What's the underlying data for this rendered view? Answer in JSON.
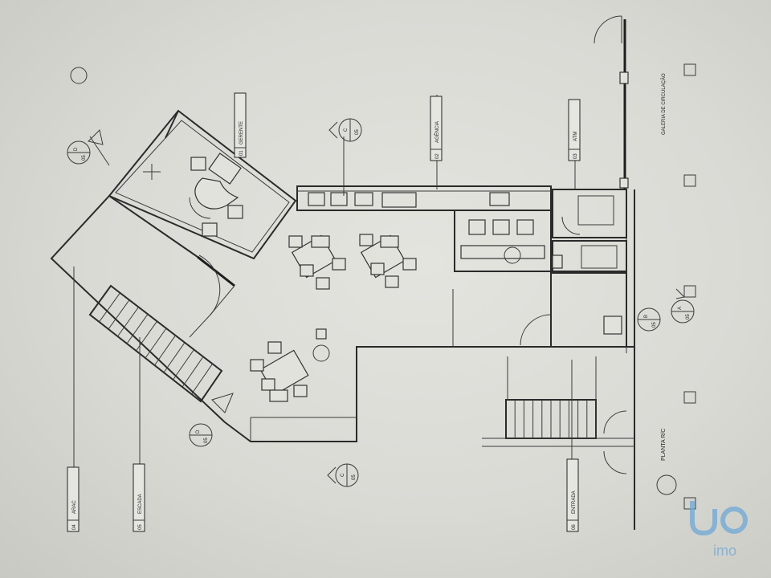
{
  "labels": {
    "gerente": "GERENTE",
    "agencia": "AGÊNCIA",
    "atm": "ATM",
    "galeria": "GALERIA DE CIRCULAÇÃO",
    "arac": "ARAC",
    "escada": "ESCADA",
    "entrada": "ENTRADA",
    "planta": "PLANTA R/C",
    "tag_d": "D",
    "tag_d_num": "05",
    "tag_c": "C",
    "tag_c_num": "05",
    "tag_b": "B",
    "tag_b_num": "05",
    "tag_a": "A",
    "tag_a_num": "05",
    "tag_d2": "D",
    "tag_d2_num": "05",
    "code_01": "01",
    "code_02": "02",
    "code_03": "03",
    "code_04": "04",
    "code_05": "05",
    "code_06": "06"
  },
  "watermark": {
    "text": "imo",
    "color": "#6fa8d6"
  },
  "colors": {
    "paper": "#e0e0db",
    "ink": "#2a2a2a"
  }
}
